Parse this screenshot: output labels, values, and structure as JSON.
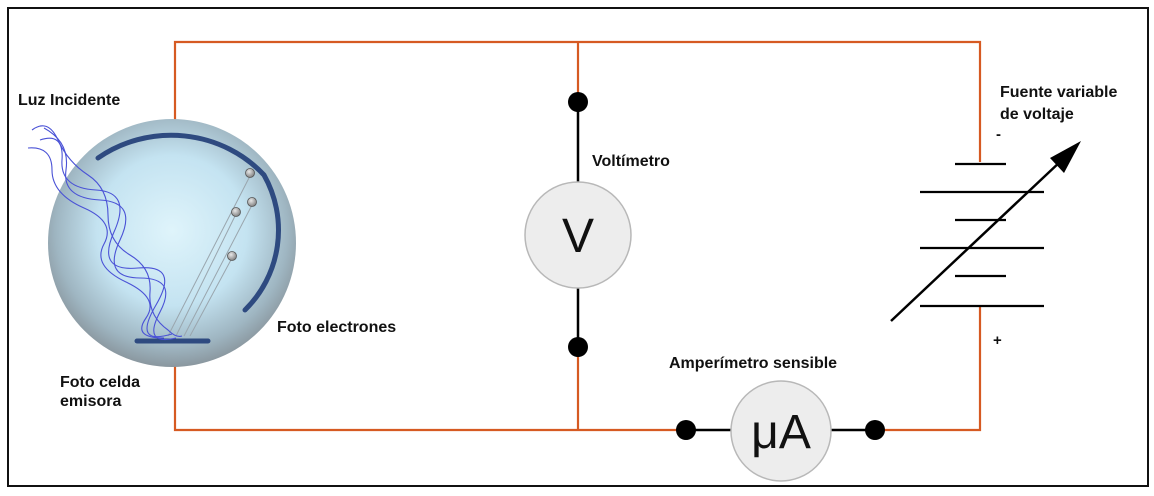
{
  "labels": {
    "incident_light": "Luz Incidente",
    "photocell_line1": "Foto celda",
    "photocell_line2": "emisora",
    "photoelectrons": "Foto electrones",
    "voltmeter": "Voltímetro",
    "ammeter": "Amperímetro sensible",
    "source_line1": "Fuente variable",
    "source_line2": "de voltaje",
    "minus_sign": "-",
    "plus_sign": "+"
  },
  "meters": {
    "voltmeter_symbol": "V",
    "ammeter_symbol": "μA"
  },
  "colors": {
    "wire": "#d65a22",
    "frame": "#111111",
    "electrode": "#2e4a80",
    "light_wave": "#4a52d6",
    "meter_fill": "#ededed"
  }
}
